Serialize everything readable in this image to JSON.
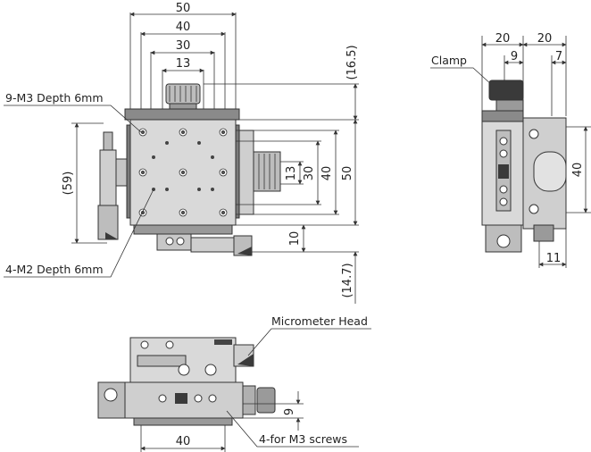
{
  "top_view": {
    "dim_width_50": "50",
    "dim_width_40": "40",
    "dim_width_30": "30",
    "dim_width_13": "13",
    "dim_right_16_5": "(16.5)",
    "dim_right_13": "13",
    "dim_right_30": "30",
    "dim_right_40": "40",
    "dim_right_50": "50",
    "dim_right_10": "10",
    "dim_right_14_7": "(14.7)",
    "dim_left_59": "(59)",
    "label_holes_m3": "9-M3 Depth 6mm",
    "label_holes_m2": "4-M2 Depth 6mm"
  },
  "side_view": {
    "dim_top_20_left": "20",
    "dim_top_20_right": "20",
    "dim_top_9": "9",
    "dim_top_7": "7",
    "dim_right_40": "40",
    "dim_bottom_11": "11",
    "label_clamp": "Clamp"
  },
  "front_view": {
    "label_micrometer": "Micrometer Head",
    "label_screws": "4-for M3 screws",
    "dim_bottom_40": "40",
    "dim_right_9": "9"
  },
  "colors": {
    "line": "#333333",
    "body_fill": "#d9d9d9",
    "dark_fill": "#3a3a3a",
    "background": "#ffffff"
  }
}
